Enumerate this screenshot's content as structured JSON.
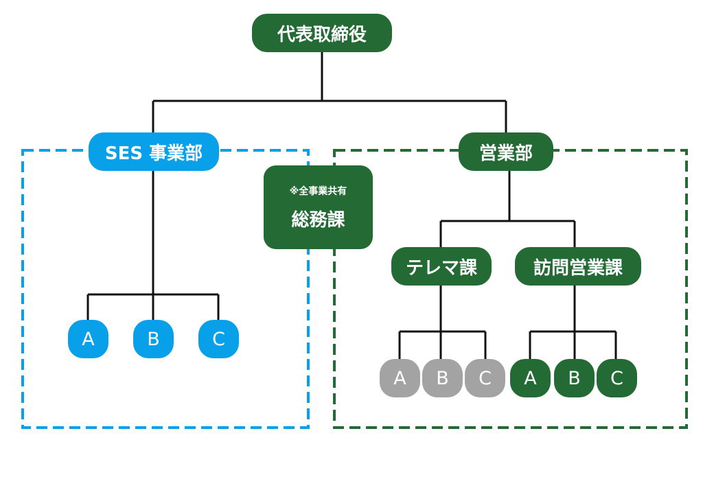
{
  "colors": {
    "green": "#236a35",
    "blue": "#08a0e8",
    "gray": "#a3a3a3",
    "line": "#111111"
  },
  "ceo": "代表取締役",
  "ses": {
    "title": "SES 事業部",
    "teams": [
      "A",
      "B",
      "C"
    ]
  },
  "soumu": {
    "note": "※全事業共有",
    "title": "総務課"
  },
  "sales": {
    "title": "営業部",
    "telema": {
      "title": "テレマ課",
      "teams": [
        "A",
        "B",
        "C"
      ]
    },
    "visit": {
      "title": "訪問営業課",
      "teams": [
        "A",
        "B",
        "C"
      ]
    }
  }
}
